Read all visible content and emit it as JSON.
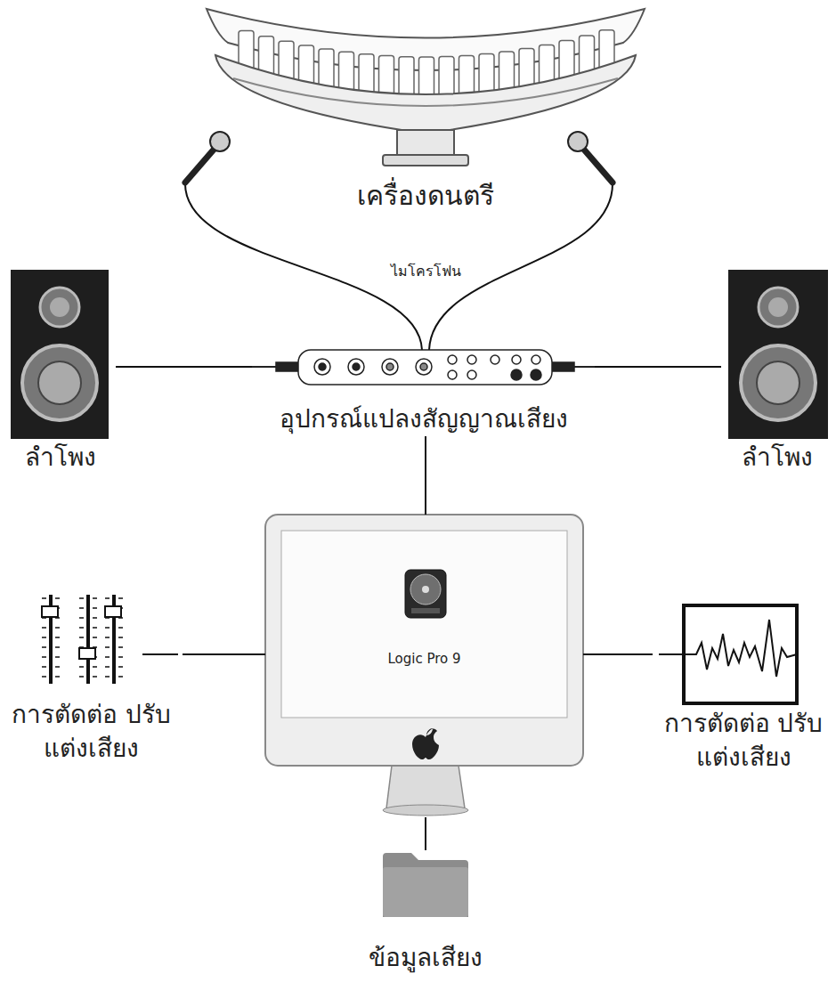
{
  "diagram": {
    "nodes": [
      {
        "text": [
          "เครื่องดนตรี"
        ]
      },
      {
        "text": [
          "อุปกรณ์แปลงสัญญาณเสียง"
        ]
      },
      {
        "text": [
          "ลำโพง"
        ]
      },
      {
        "text": [
          "ลำโพง"
        ]
      },
      {
        "text": [
          "Logic Pro 9"
        ]
      },
      {
        "text": [
          "การตัดต่อ ปรับแต่งเสียง"
        ]
      },
      {
        "text": [
          "การตัดต่อ ปรับแต่งเสียง"
        ]
      },
      {
        "text": [
          "ข้อมูลเสียง"
        ]
      }
    ],
    "edges": [
      {
        "from": 1,
        "to": 2,
        "arrow": "none"
      },
      {
        "from": 1,
        "to": 3,
        "arrow": "none"
      },
      {
        "from": 1,
        "to": 4,
        "arrow": "none"
      },
      {
        "from": 4,
        "to": 5,
        "arrow": "none"
      },
      {
        "from": 4,
        "to": 6,
        "arrow": "none"
      },
      {
        "from": 4,
        "to": 7,
        "arrow": "none"
      }
    ],
    "labels": [
      "ไมโครโฟน"
    ]
  }
}
